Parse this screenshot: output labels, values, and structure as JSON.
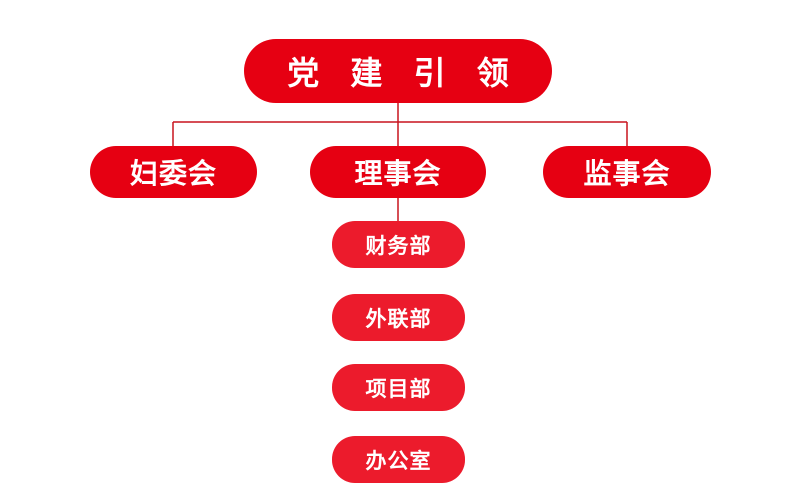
{
  "root": {
    "label": "党 建 引 领"
  },
  "level2": [
    {
      "label": "妇委会"
    },
    {
      "label": "理事会"
    },
    {
      "label": "监事会"
    }
  ],
  "departments": [
    {
      "label": "财务部"
    },
    {
      "label": "外联部"
    },
    {
      "label": "项目部"
    },
    {
      "label": "办公室"
    }
  ],
  "colors": {
    "node_red": "#e60012",
    "dept_red": "#ec1b2c",
    "line_red": "#c8141e",
    "text": "#ffffff"
  }
}
